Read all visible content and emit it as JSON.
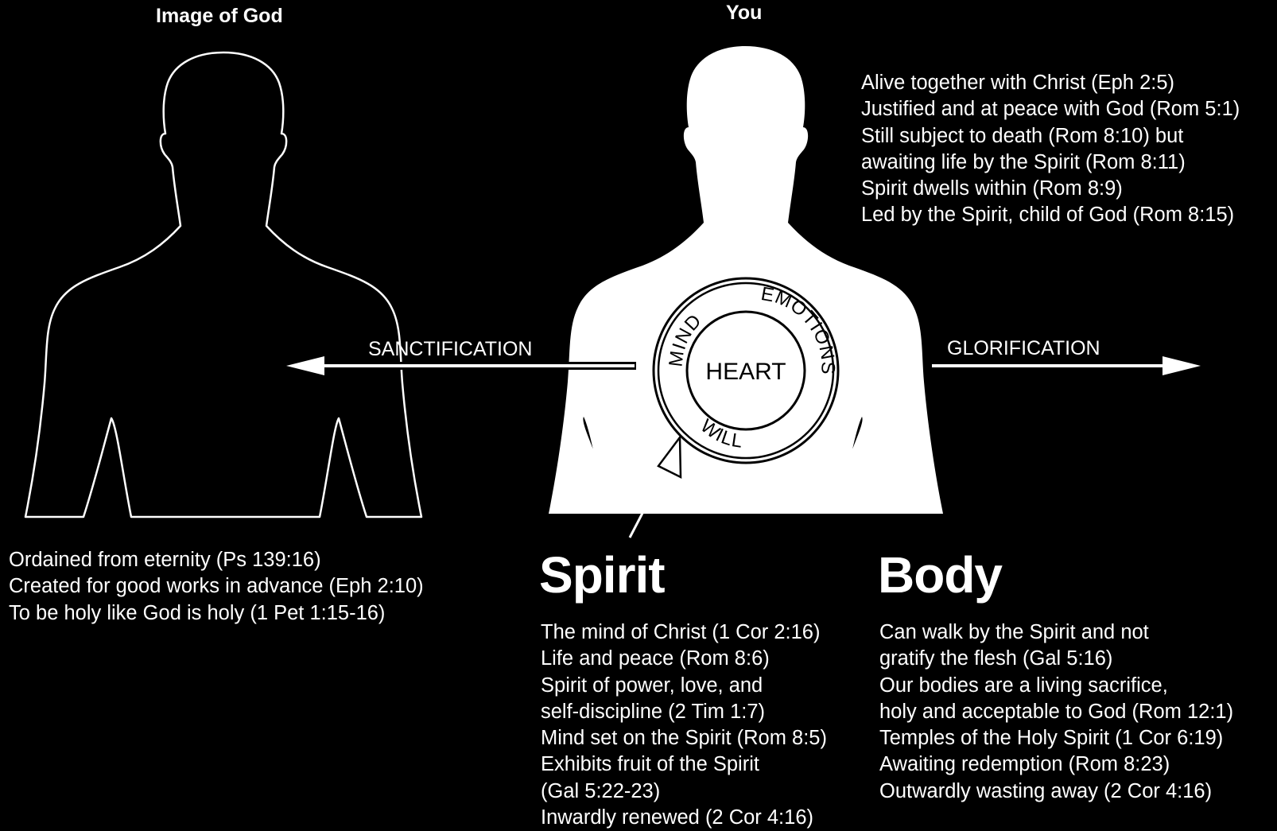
{
  "left": {
    "title": "Image of God",
    "items": [
      "Ordained from eternity (Ps 139:16)",
      "Created for good works in advance (Eph 2:10)",
      "To be holy like God is holy (1 Pet 1:15-16)"
    ]
  },
  "center": {
    "title": "You",
    "heart": {
      "center": "HEART",
      "mind": "MIND",
      "emotions": "EMOTIONS",
      "will": "WILL"
    },
    "items": [
      "Alive together with Christ (Eph 2:5)",
      "Justified and at peace with God (Rom 5:1)",
      "Still subject to death (Rom 8:10) but",
      "awaiting life by the Spirit (Rom 8:11)",
      "Spirit dwells within (Rom 8:9)",
      "Led by the Spirit, child of God (Rom 8:15)"
    ]
  },
  "arrows": {
    "left_label": "SANCTIFICATION",
    "right_label": "GLORIFICATION"
  },
  "spirit": {
    "heading": "Spirit",
    "items": [
      "The mind of Christ (1 Cor 2:16)",
      "Life and peace (Rom 8:6)",
      "Spirit of power, love, and",
      "self-discipline (2 Tim 1:7)",
      "Mind set on the Spirit (Rom 8:5)",
      "Exhibits fruit of the Spirit",
      "(Gal 5:22-23)",
      "Inwardly renewed (2 Cor 4:16)"
    ]
  },
  "body": {
    "heading": "Body",
    "items": [
      "Can walk by the Spirit and not",
      "gratify the flesh (Gal 5:16)",
      "Our bodies are a living sacrifice,",
      "holy and acceptable to God (Rom 12:1)",
      "Temples of the Holy Spirit (1 Cor 6:19)",
      "Awaiting redemption (Rom 8:23)",
      "Outwardly wasting away (2 Cor 4:16)"
    ]
  },
  "colors": {
    "background": "#000000",
    "foreground": "#ffffff"
  }
}
